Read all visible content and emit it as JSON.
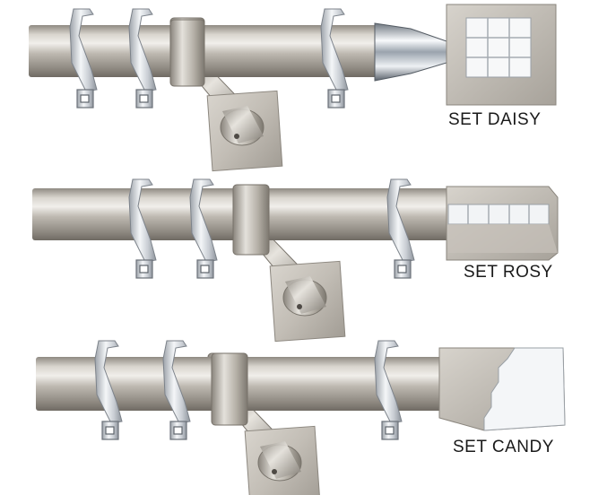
{
  "captions": {
    "daisy": "SET DAISY",
    "rosy": "SET ROSY",
    "candy": "SET CANDY"
  },
  "colors": {
    "background": "#ffffff",
    "satin_nickel": "#b9b4ab",
    "chrome": "#e8ecf0",
    "caption_text": "#1a1a1a"
  }
}
